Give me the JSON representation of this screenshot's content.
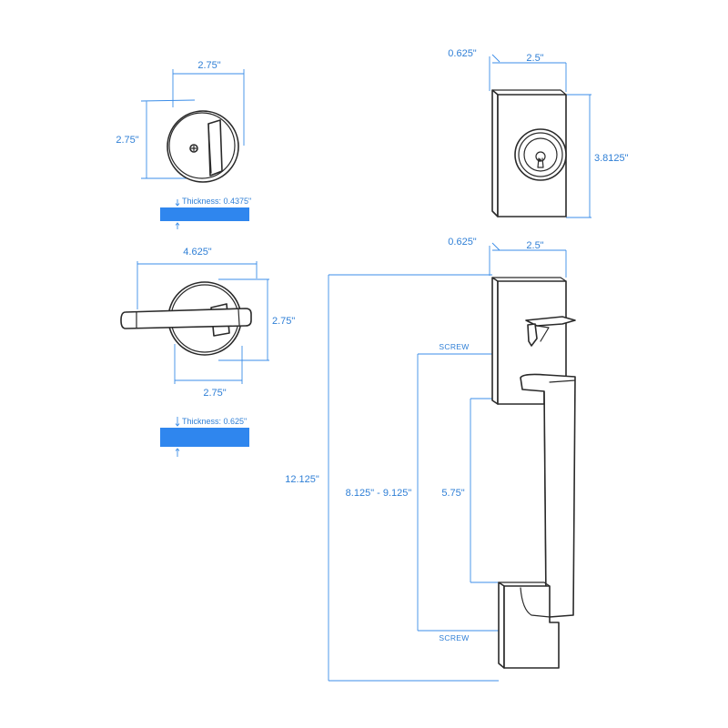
{
  "colors": {
    "accent": "#3b8de8",
    "label": "#2f7fd6",
    "bar": "#2f86ee",
    "outline": "#2a2a2a"
  },
  "deadbolt_interior": {
    "width": "2.75\"",
    "height": "2.75\"",
    "thickness": "Thickness: 0.4375\""
  },
  "lever": {
    "overall_length": "4.625\"",
    "rose_height": "2.75\"",
    "rose_width": "2.75\"",
    "thickness": "Thickness: 0.625\""
  },
  "deadbolt_exterior": {
    "depth": "0.625\"",
    "width": "2.5\"",
    "height": "3.8125\""
  },
  "handleset": {
    "depth": "0.625\"",
    "width": "2.5\"",
    "overall_height": "12.125\"",
    "screw_spacing": "8.125\" - 9.125\"",
    "grip_height": "5.75\"",
    "screw_top": "SCREW",
    "screw_bottom": "SCREW"
  }
}
